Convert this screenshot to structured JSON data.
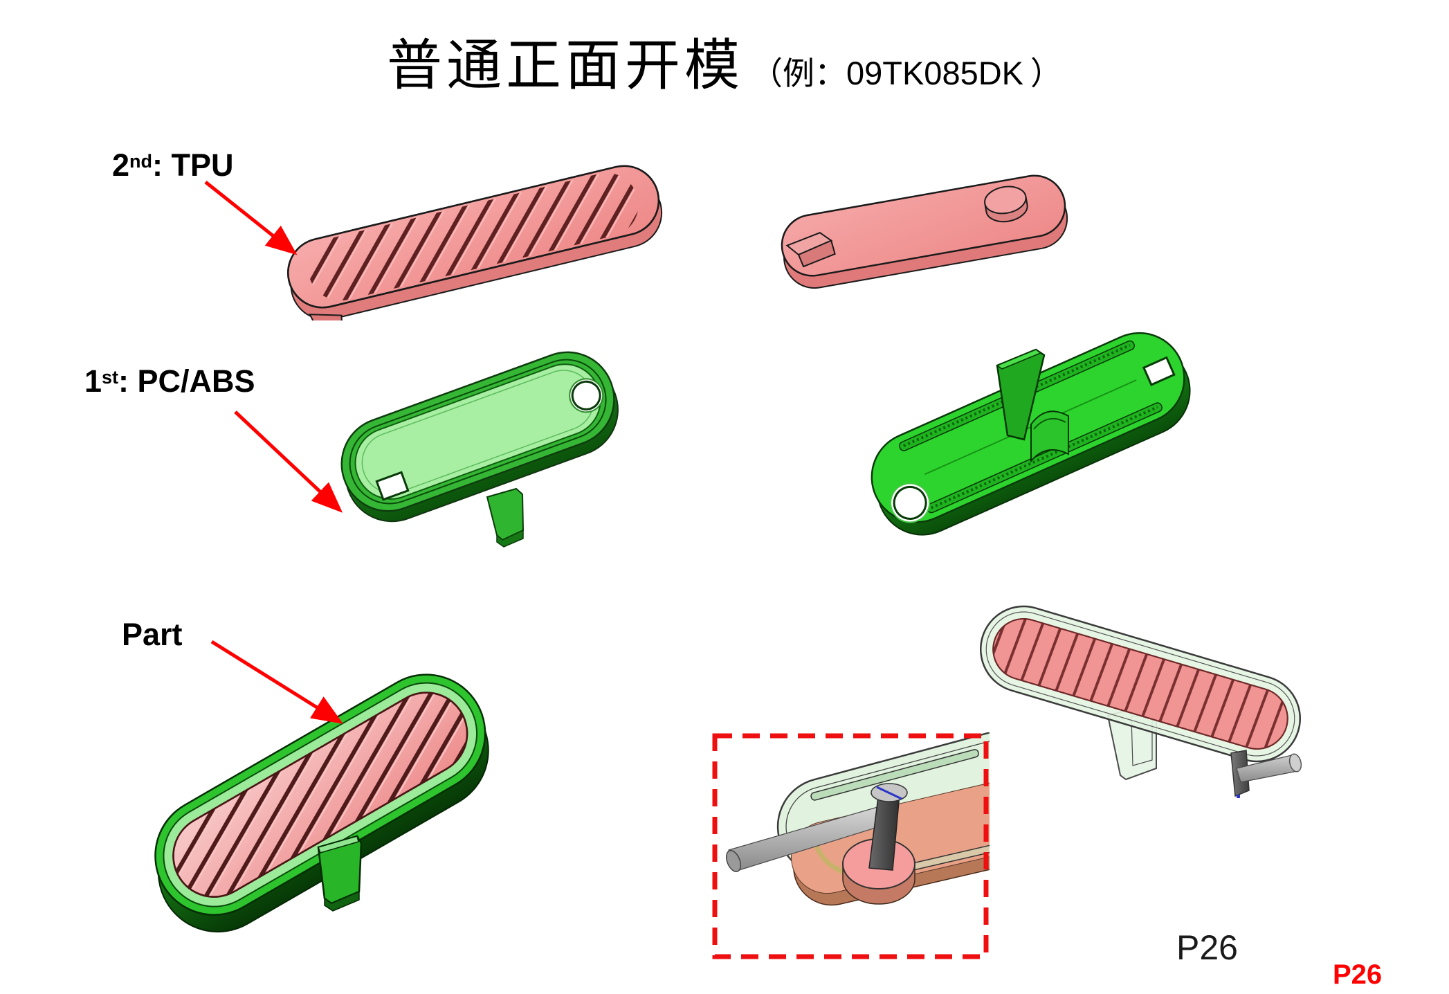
{
  "slide": {
    "title": {
      "main": "普通正面开模",
      "sub_open": "（例：",
      "sub_code": "09TK085DK",
      "sub_close": "）"
    },
    "annotations": {
      "second_shot": {
        "base": "2",
        "sup": "nd",
        "suffix": ": TPU"
      },
      "first_shot": {
        "base": "1",
        "sup": "st",
        "suffix": ": PC/ABS"
      },
      "part_label": "Part"
    },
    "page_number": "P26",
    "page_number_footer": "P26"
  },
  "icons": [
    "red-annotation-arrow",
    "red-dashed-callout-box"
  ],
  "figures": [
    {
      "name": "tpu-part-top-view",
      "color": "#F09191"
    },
    {
      "name": "tpu-part-bottom-view",
      "color": "#F09C9C"
    },
    {
      "name": "pcabs-frame-top-view",
      "color": "#A6EEA1"
    },
    {
      "name": "pcabs-frame-bottom-view",
      "color": "#2ED42E"
    },
    {
      "name": "assembled-part-view",
      "color": "#2EC42E"
    },
    {
      "name": "gate-detail-callout",
      "color": "#EE1010"
    },
    {
      "name": "assembly-with-sprue-view",
      "color": "#E3F4E1"
    }
  ],
  "colors": {
    "tpu_pink": "#F09191",
    "pcabs_light_green": "#A6EEA1",
    "pcabs_green": "#2ED42E",
    "arrow_red": "#FF0000",
    "detail_box_red": "#EE1010",
    "page_number_red": "#FF0000",
    "sprue_gray": "#9E9E9E",
    "gate_marker_blue": "#2A35C8"
  }
}
